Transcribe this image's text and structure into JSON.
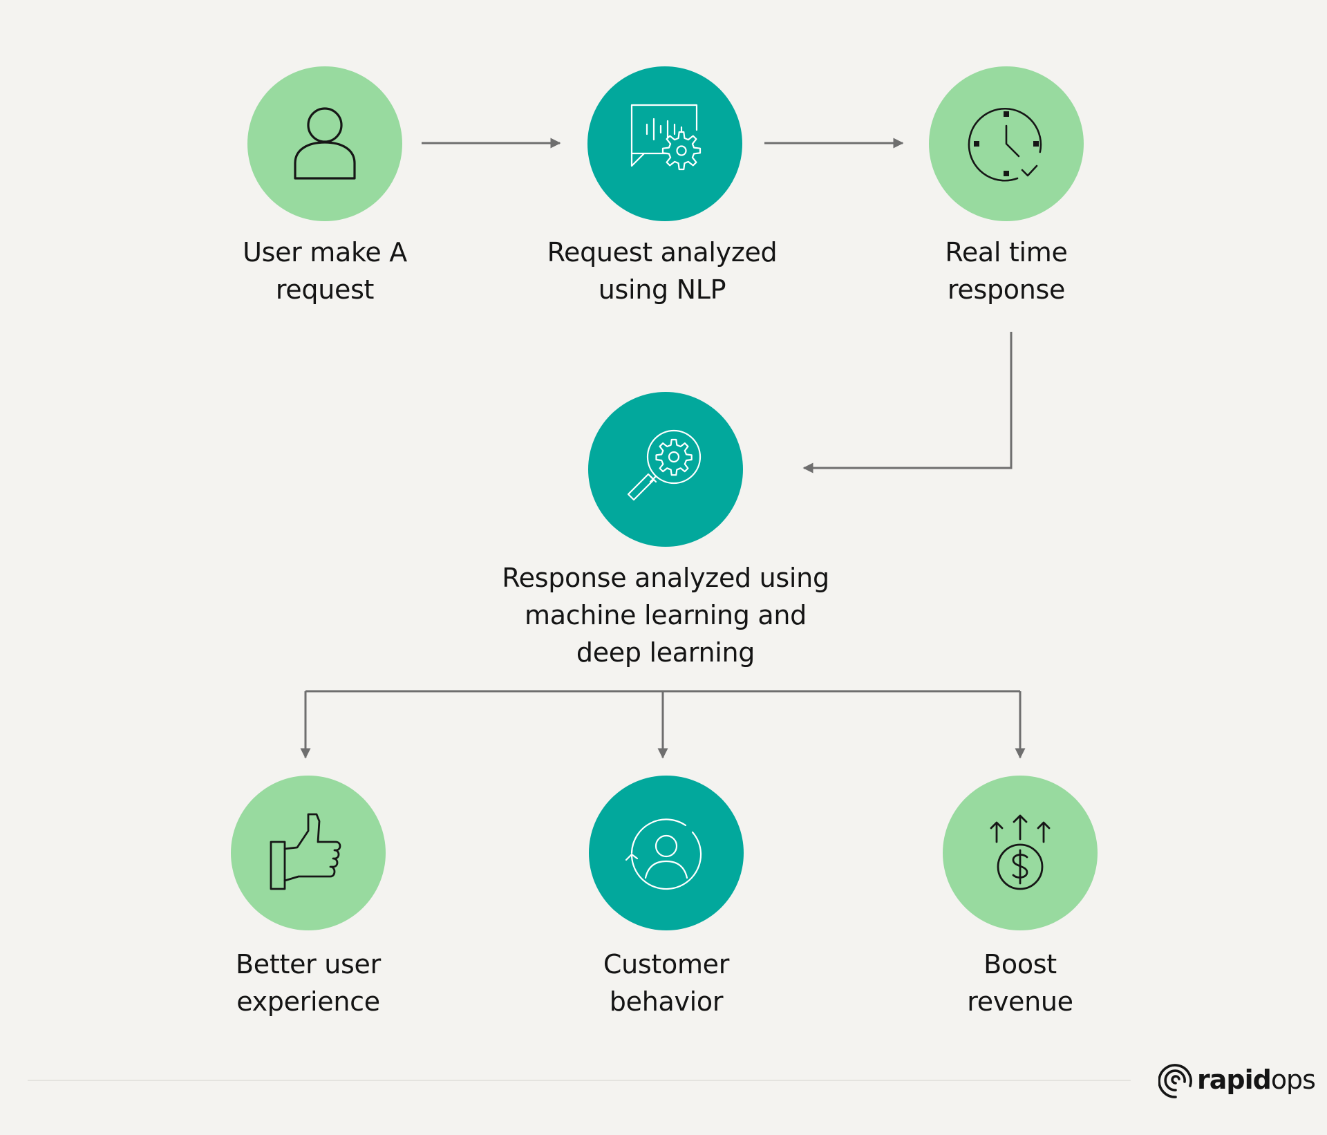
{
  "colors": {
    "background": "#f4f3f0",
    "light_green": "#98da9f",
    "teal": "#02a89c",
    "connector": "#6e6e6e",
    "text": "#141414"
  },
  "steps": {
    "user_request": {
      "line1": "User make A",
      "line2": "request",
      "icon": "user-icon"
    },
    "nlp_analysis": {
      "line1": "Request analyzed",
      "line2": "using NLP",
      "icon": "speech-gear-icon"
    },
    "realtime_response": {
      "line1": "Real time",
      "line2": "response",
      "icon": "clock-check-icon"
    },
    "ml_analysis": {
      "line1": "Response analyzed using",
      "line2": "machine learning and",
      "line3": "deep learning",
      "icon": "magnifier-gear-icon"
    }
  },
  "outcomes": {
    "user_experience": {
      "line1": "Better user",
      "line2": "experience",
      "icon": "thumbs-up-icon"
    },
    "customer_behavior": {
      "line1": "Customer",
      "line2": "behavior",
      "icon": "user-cycle-icon"
    },
    "boost_revenue": {
      "line1": "Boost",
      "line2": "revenue",
      "icon": "money-up-icon"
    }
  },
  "brand": {
    "part1": "rapid",
    "part2": "ops",
    "icon": "rapidops-logo-icon"
  }
}
